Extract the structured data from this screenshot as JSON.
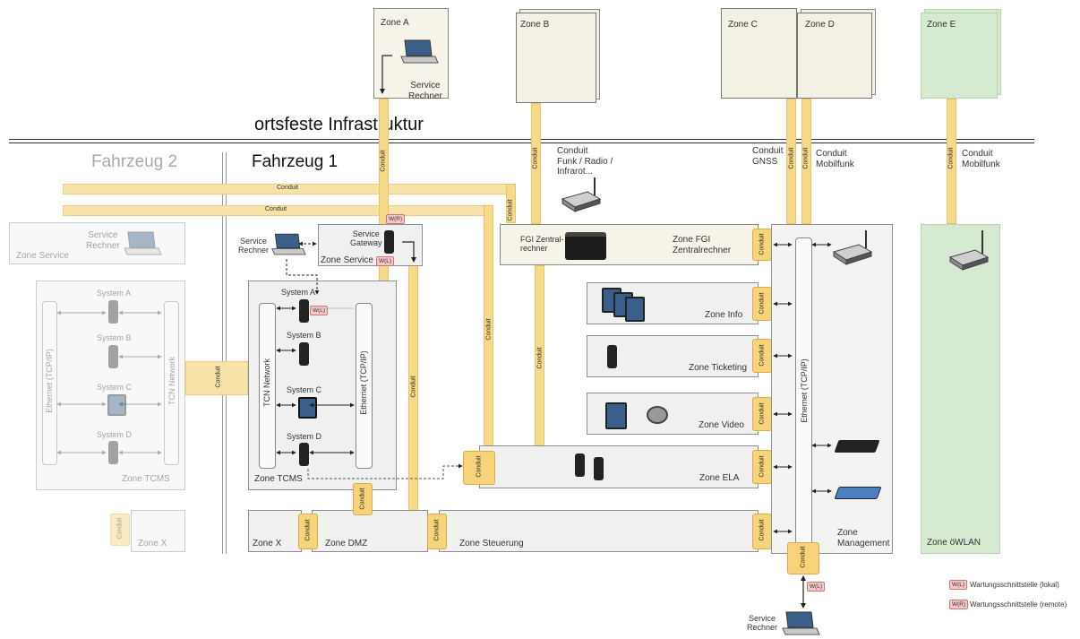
{
  "header": {
    "ortsfeste": "ortsfeste Infrastruktur",
    "fahrzeug1": "Fahrzeug 1",
    "fahrzeug2": "Fahrzeug 2"
  },
  "top_zones": {
    "a": "Zone A",
    "b": "Zone B",
    "c": "Zone C",
    "d": "Zone D",
    "e": "Zone E",
    "service_rechner_a": "Service\nRechner"
  },
  "conduits": {
    "label": "Conduit",
    "funk": "Conduit\nFunk / Radio /\nInfrarot...",
    "gnss": "Conduit\nGNSS",
    "mobilfunk_d": "Conduit\nMobilfunk",
    "mobilfunk_e": "Conduit\nMobilfunk"
  },
  "vehicle1": {
    "zone_service": "Zone Service",
    "service_rechner": "Service\nRechner",
    "service_gateway": "Service\nGateway",
    "zone_tcms": "Zone TCMS",
    "tcms_network": "TCN Network",
    "ethernet": "Ethernet (TCP/IP)",
    "systems": [
      "System A",
      "System B",
      "System C",
      "System D"
    ],
    "zone_x": "Zone X",
    "zone_dmz": "Zone DMZ",
    "zone_steuerung": "Zone Steuerung",
    "zone_fgi_left": "FGI Zentral-\nrechner",
    "zone_fgi": "Zone FGI\nZentralrechner",
    "zone_info": "Zone Info",
    "zone_ticketing": "Zone Ticketing",
    "zone_video": "Zone Video",
    "zone_ela": "Zone ELA",
    "zone_management": "Zone\nManagement",
    "mgmt_ethernet": "Ethernet (TCP/IP)",
    "zone_owlan": "Zone öWLAN",
    "service_rechner_bottom": "Service\nRechner"
  },
  "vehicle2": {
    "zone_service": "Zone Service",
    "service_rechner": "Service\nRechner",
    "zone_tcms": "Zone TCMS",
    "tcms_network": "TCN Network",
    "ethernet": "Ethernet (TCP/IP)",
    "systems": [
      "System A",
      "System B",
      "System C",
      "System D"
    ],
    "zone_x": "Zone X"
  },
  "badges": {
    "wl": "W(L)",
    "wr": "W(R)"
  },
  "legend": {
    "local": "Wartungsschnittstelle (lokal)",
    "remote": "Wartungsschnittstelle (remote)"
  },
  "colors": {
    "conduit": "#f7d98a",
    "zone_green": "#d6ead2",
    "zone_cream": "#f6f3e8",
    "badge": "#f7c6c6"
  }
}
